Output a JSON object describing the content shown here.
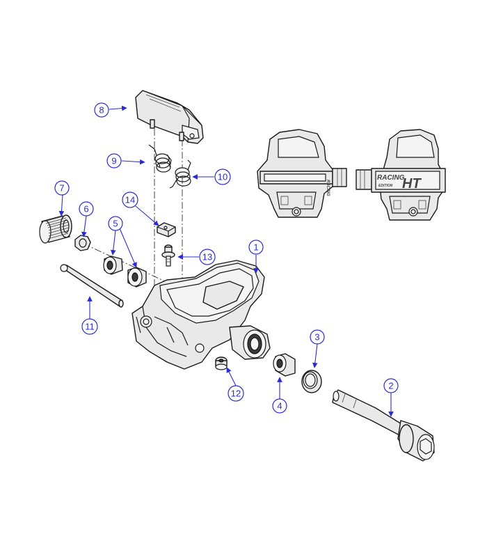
{
  "diagram": {
    "callouts": [
      {
        "id": "1",
        "label": "1"
      },
      {
        "id": "2",
        "label": "2"
      },
      {
        "id": "3",
        "label": "3"
      },
      {
        "id": "4",
        "label": "4"
      },
      {
        "id": "5",
        "label": "5"
      },
      {
        "id": "6",
        "label": "6"
      },
      {
        "id": "7",
        "label": "7"
      },
      {
        "id": "8",
        "label": "8"
      },
      {
        "id": "9",
        "label": "9"
      },
      {
        "id": "10",
        "label": "10"
      },
      {
        "id": "11",
        "label": "11"
      },
      {
        "id": "12",
        "label": "12"
      },
      {
        "id": "13",
        "label": "13"
      },
      {
        "id": "14",
        "label": "14"
      }
    ],
    "brand_text": {
      "racing": "RACING",
      "edition": "EDITION",
      "logo": "HT",
      "small_racing": "RACING"
    },
    "colors": {
      "callout": "#2b2bd6",
      "outline": "#1a1a1a",
      "fill": "#e9e9e9"
    }
  }
}
